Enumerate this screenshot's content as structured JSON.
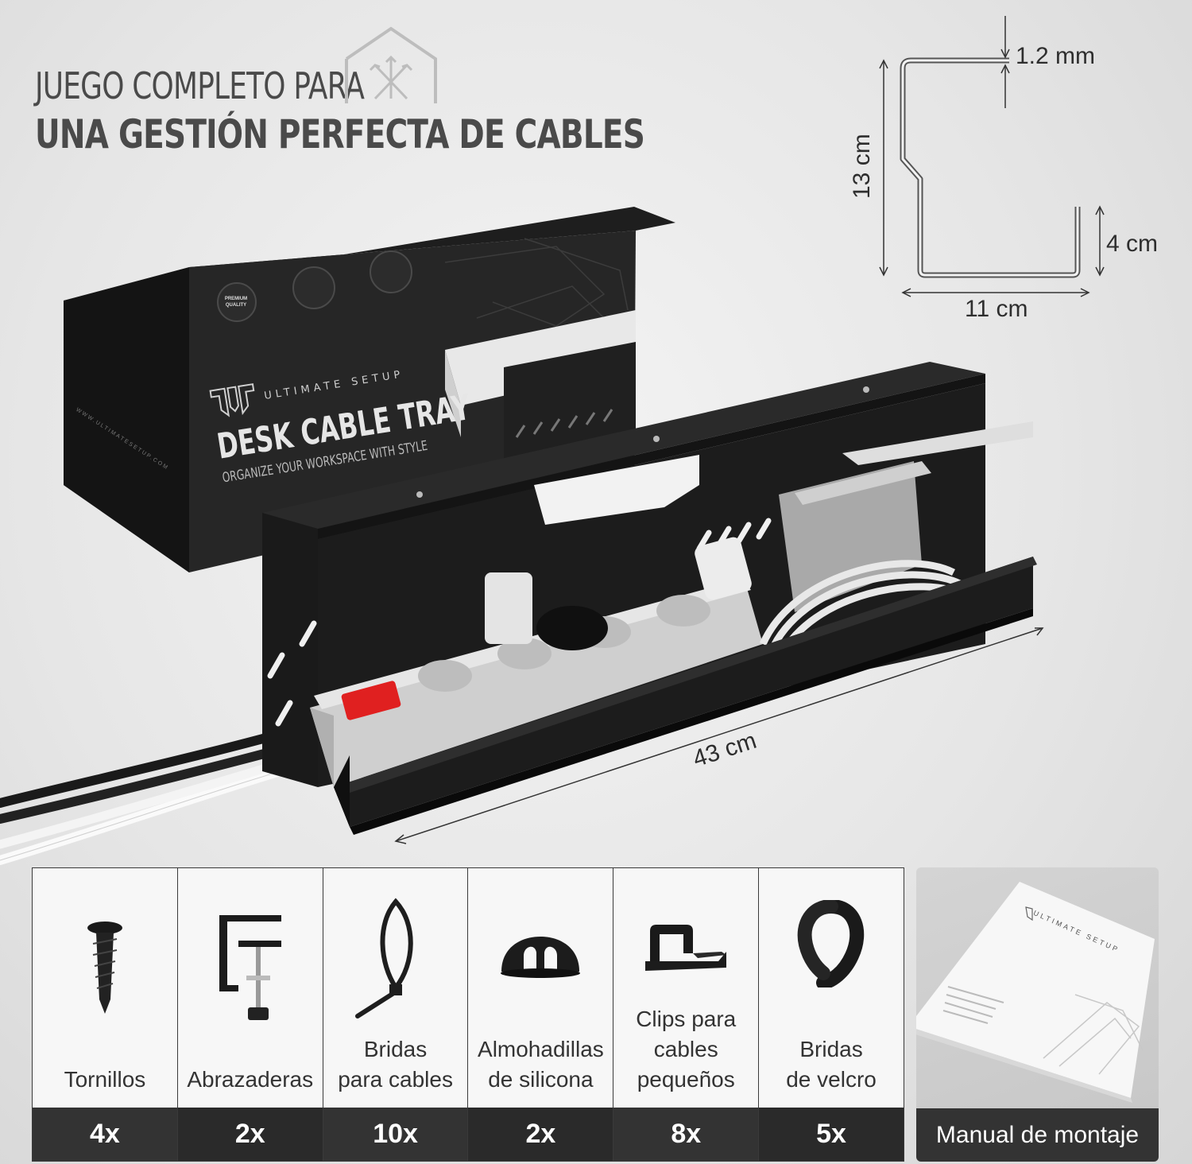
{
  "headline": {
    "line1": "JUEGO COMPLETO PARA",
    "line2": "UNA GESTIÓN PERFECTA DE CABLES"
  },
  "dimensions": {
    "thickness": "1.2 mm",
    "height": "13 cm",
    "lip": "4 cm",
    "depth": "11 cm",
    "length": "43 cm"
  },
  "box": {
    "brand": "ULTIMATE SETUP",
    "title": "DESK CABLE TRAY",
    "subtitle": "ORGANIZE YOUR WORKSPACE WITH STYLE",
    "website": "WWW.ULTIMATESETUP.COM",
    "badge": "PREMIUM QUALITY"
  },
  "accessories": [
    {
      "label": "Tornillos",
      "qty": "4x",
      "icon": "screw-icon"
    },
    {
      "label": "Abrazaderas",
      "qty": "2x",
      "icon": "clamp-icon"
    },
    {
      "label": "Bridas\npara cables",
      "qty": "10x",
      "icon": "cable-tie-icon"
    },
    {
      "label": "Almohadillas\nde silicona",
      "qty": "2x",
      "icon": "silicone-pad-icon"
    },
    {
      "label": "Clips para\ncables\npequeños",
      "qty": "8x",
      "icon": "cable-clip-icon"
    },
    {
      "label": "Bridas\nde velcro",
      "qty": "5x",
      "icon": "velcro-strap-icon"
    }
  ],
  "manual": {
    "label": "Manual de montaje",
    "brand": "ULTIMATE SETUP"
  },
  "colors": {
    "tray": "#1c1c1c",
    "qty_band": "#333333",
    "switch": "#e02020"
  }
}
